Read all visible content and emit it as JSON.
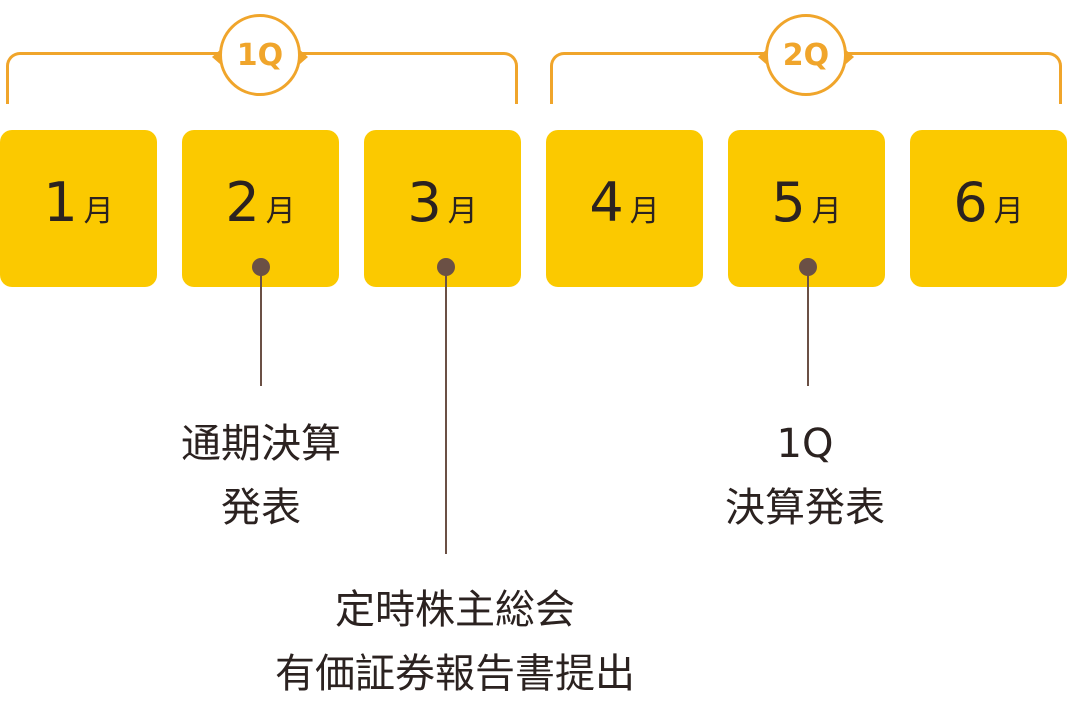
{
  "quarters": [
    {
      "label": "1Q"
    },
    {
      "label": "2Q"
    }
  ],
  "months": [
    {
      "num": "1",
      "unit": "月"
    },
    {
      "num": "2",
      "unit": "月"
    },
    {
      "num": "3",
      "unit": "月"
    },
    {
      "num": "4",
      "unit": "月"
    },
    {
      "num": "5",
      "unit": "月"
    },
    {
      "num": "6",
      "unit": "月"
    }
  ],
  "events": [
    {
      "line1": "通期決算",
      "line2": "発表"
    },
    {
      "line1": "定時株主総会",
      "line2": "有価証券報告書提出"
    },
    {
      "line1": "1Q",
      "line2": "決算発表"
    }
  ],
  "colors": {
    "accent": "#f0a52b",
    "month_box": "#fbc900",
    "marker": "#6b5045"
  }
}
